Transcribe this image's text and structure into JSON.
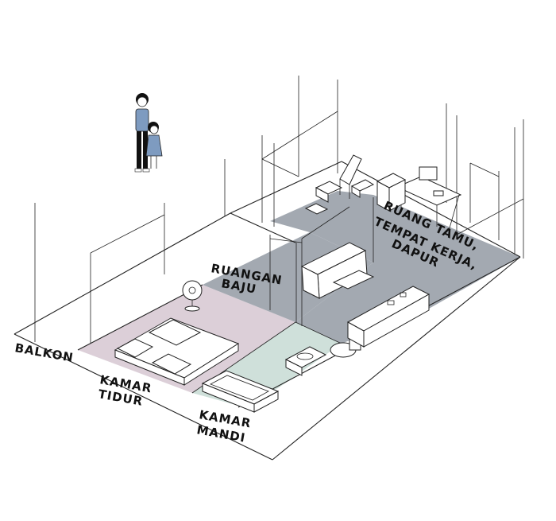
{
  "labels": {
    "balkon": "BALKON",
    "kamar_tidur": [
      "KAMAR",
      "TIDUR"
    ],
    "kamar_mandi": [
      "KAMAR",
      "MANDI"
    ],
    "ruangan_baju": [
      "RUANGAN",
      "BAJU"
    ],
    "ruang_tamu": [
      "RUANG TAMU,",
      "TEMPAT KERJA,",
      "DAPUR"
    ]
  },
  "colors": {
    "bedroom_floor": "#dccfd8",
    "bathroom_floor": "#cfe0da",
    "living_floor": "#a3a9b1",
    "wardrobe_floor": "#a3a9b1",
    "shirt": "#7e9bc0"
  }
}
